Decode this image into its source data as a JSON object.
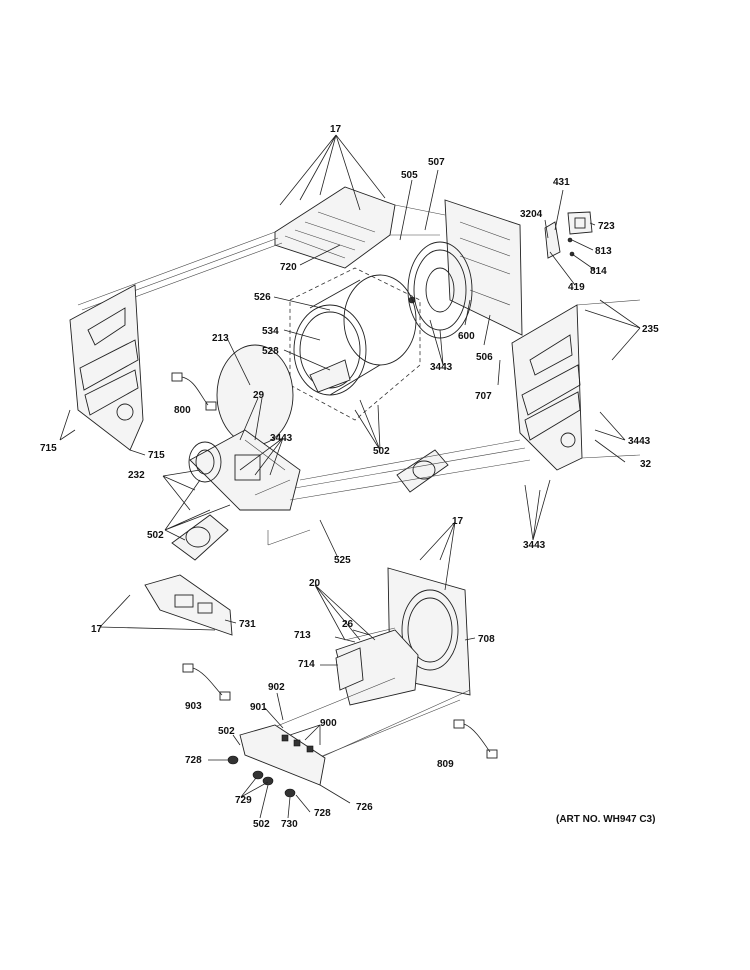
{
  "art_number": "(ART NO. WH947 C3)",
  "callouts": [
    {
      "key": "c17_top",
      "text": "17"
    },
    {
      "key": "c505",
      "text": "505"
    },
    {
      "key": "c507",
      "text": "507"
    },
    {
      "key": "c431",
      "text": "431"
    },
    {
      "key": "c3204",
      "text": "3204"
    },
    {
      "key": "c723",
      "text": "723"
    },
    {
      "key": "c813",
      "text": "813"
    },
    {
      "key": "c814",
      "text": "814"
    },
    {
      "key": "c419",
      "text": "419"
    },
    {
      "key": "c720",
      "text": "720"
    },
    {
      "key": "c526",
      "text": "526"
    },
    {
      "key": "c534",
      "text": "534"
    },
    {
      "key": "c528",
      "text": "528"
    },
    {
      "key": "c213",
      "text": "213"
    },
    {
      "key": "c600",
      "text": "600"
    },
    {
      "key": "c506",
      "text": "506"
    },
    {
      "key": "c235",
      "text": "235"
    },
    {
      "key": "c3443_drum",
      "text": "3443"
    },
    {
      "key": "c707",
      "text": "707"
    },
    {
      "key": "c800",
      "text": "800"
    },
    {
      "key": "c29",
      "text": "29"
    },
    {
      "key": "c3443_base",
      "text": "3443"
    },
    {
      "key": "c715_a",
      "text": "715"
    },
    {
      "key": "c715_b",
      "text": "715"
    },
    {
      "key": "c502_drum",
      "text": "502"
    },
    {
      "key": "c3443_right",
      "text": "3443"
    },
    {
      "key": "c32",
      "text": "32"
    },
    {
      "key": "c232",
      "text": "232"
    },
    {
      "key": "c502_left",
      "text": "502"
    },
    {
      "key": "c525",
      "text": "525"
    },
    {
      "key": "c3443_bottom",
      "text": "3443"
    },
    {
      "key": "c17_front",
      "text": "17"
    },
    {
      "key": "c20",
      "text": "20"
    },
    {
      "key": "c26",
      "text": "26"
    },
    {
      "key": "c713",
      "text": "713"
    },
    {
      "key": "c708",
      "text": "708"
    },
    {
      "key": "c714",
      "text": "714"
    },
    {
      "key": "c17_left",
      "text": "17"
    },
    {
      "key": "c731",
      "text": "731"
    },
    {
      "key": "c902",
      "text": "902"
    },
    {
      "key": "c903",
      "text": "903"
    },
    {
      "key": "c901",
      "text": "901"
    },
    {
      "key": "c900",
      "text": "900"
    },
    {
      "key": "c502_panel",
      "text": "502"
    },
    {
      "key": "c728_a",
      "text": "728"
    },
    {
      "key": "c809",
      "text": "809"
    },
    {
      "key": "c729",
      "text": "729"
    },
    {
      "key": "c726",
      "text": "726"
    },
    {
      "key": "c502_bottom",
      "text": "502"
    },
    {
      "key": "c730",
      "text": "730"
    },
    {
      "key": "c728_b",
      "text": "728"
    }
  ]
}
